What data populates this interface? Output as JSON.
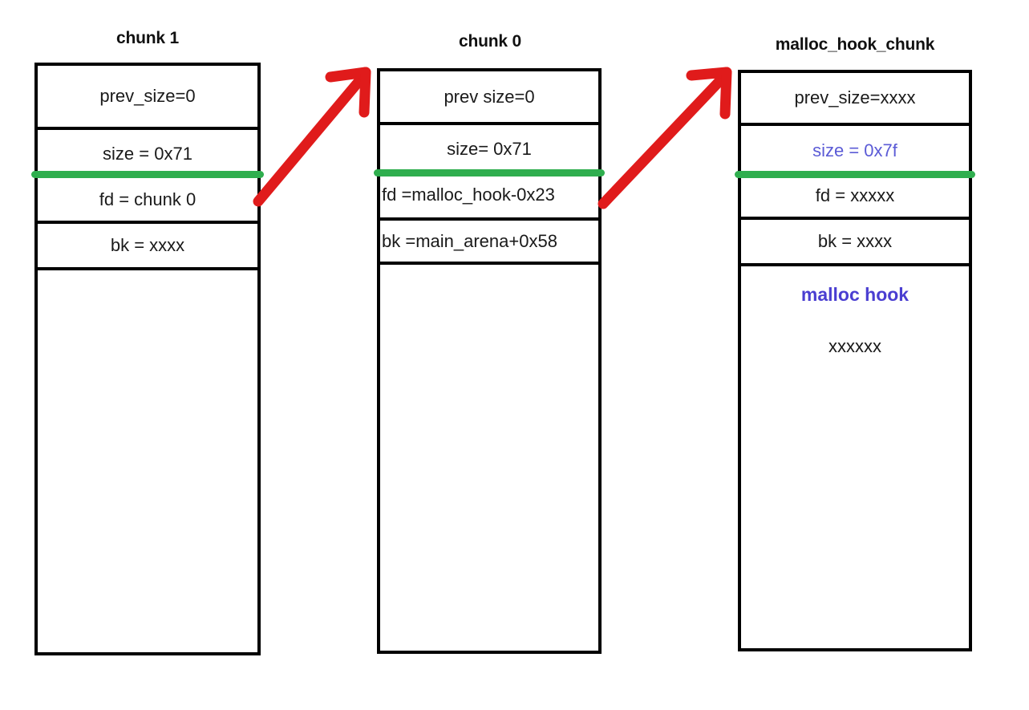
{
  "diagram": {
    "title_row": [
      "chunk 1",
      "chunk 0",
      "malloc_hook_chunk"
    ],
    "colors": {
      "green_divider": "#2fae4e",
      "red_arrow": "#e01b1b",
      "blue_text": "#5b5bd6",
      "bold_blue_text": "#4a3ed1",
      "border": "#000000",
      "background": "#ffffff"
    },
    "columns": [
      {
        "title": "chunk 1",
        "rows": [
          {
            "label": "prev_size=0",
            "align": "center",
            "style": "normal"
          },
          {
            "label": "size =   0x71",
            "align": "center",
            "style": "normal"
          },
          {
            "label": "fd = chunk 0",
            "align": "center",
            "style": "normal"
          },
          {
            "label": "bk = xxxx",
            "align": "center",
            "style": "normal"
          },
          {
            "label": "",
            "align": "center",
            "style": "normal"
          }
        ],
        "green_divider_after_row": 1
      },
      {
        "title": "chunk 0",
        "rows": [
          {
            "label": "prev size=0",
            "align": "center",
            "style": "normal"
          },
          {
            "label": "size=  0x71",
            "align": "center",
            "style": "normal"
          },
          {
            "label": "fd =malloc_hook-0x23",
            "align": "left",
            "style": "normal"
          },
          {
            "label": "bk =main_arena+0x58",
            "align": "left",
            "style": "normal"
          },
          {
            "label": "",
            "align": "center",
            "style": "normal"
          }
        ],
        "green_divider_after_row": 1
      },
      {
        "title": "malloc_hook_chunk",
        "rows": [
          {
            "label": "prev_size=xxxx",
            "align": "center",
            "style": "normal"
          },
          {
            "label": "size = 0x7f",
            "align": "center",
            "style": "blue"
          },
          {
            "label": "fd = xxxxx",
            "align": "center",
            "style": "normal"
          },
          {
            "label": "bk = xxxx",
            "align": "center",
            "style": "normal"
          },
          {
            "label": "",
            "align": "center",
            "style": "normal"
          }
        ],
        "green_divider_after_row": 1,
        "tail_labels": [
          {
            "label": "malloc hook",
            "style": "bold-blue"
          },
          {
            "label": "xxxxxx",
            "style": "normal"
          }
        ]
      }
    ],
    "arrows": [
      {
        "name": "arrow-chunk1-fd-to-chunk0",
        "from": "chunk 1 fd",
        "to": "chunk 0"
      },
      {
        "name": "arrow-chunk0-fd-to-malloc-hook-chunk",
        "from": "chunk 0 fd",
        "to": "malloc_hook_chunk"
      }
    ]
  }
}
